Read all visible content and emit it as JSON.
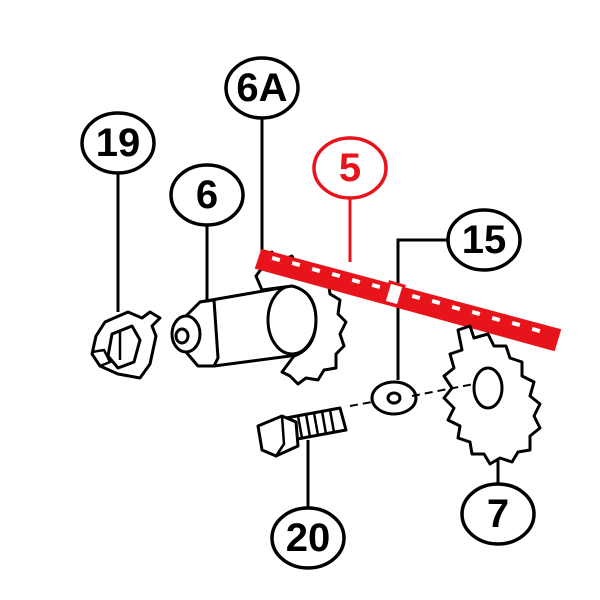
{
  "colors": {
    "ink": "#000000",
    "highlight": "#e8141b",
    "background": "#ffffff"
  },
  "callouts": {
    "part_6a": "6A",
    "part_19": "19",
    "part_6": "6",
    "part_5": "5",
    "part_15": "15",
    "part_20": "20",
    "part_7": "7"
  },
  "highlighted_part": "5"
}
